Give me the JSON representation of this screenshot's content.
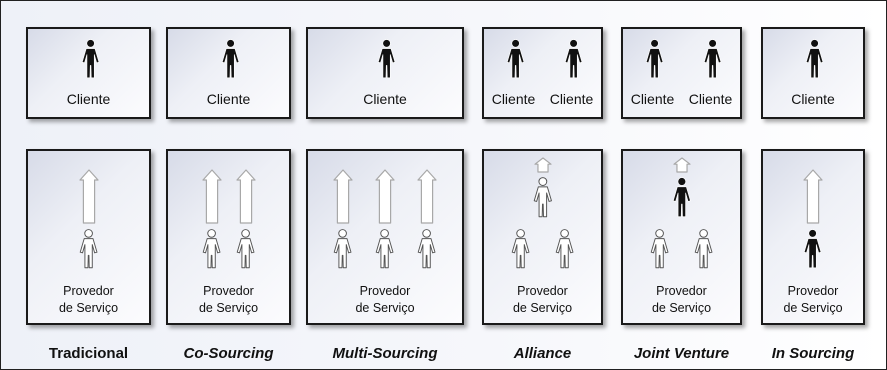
{
  "client_label": "Cliente",
  "provider_label": "Provedor de Serviço",
  "provider_label_line1": "Provedor",
  "provider_label_line2": "de Serviço",
  "models": [
    {
      "name": "Tradicional",
      "italic": false,
      "clients": 1,
      "providers": [
        "white"
      ],
      "arrows": 1
    },
    {
      "name": "Co-Sourcing",
      "italic": true,
      "clients": 1,
      "providers": [
        "white",
        "white"
      ],
      "arrows": 2
    },
    {
      "name": "Multi-Sourcing",
      "italic": true,
      "clients": 1,
      "providers": [
        "white",
        "white",
        "white"
      ],
      "arrows": 3
    },
    {
      "name": "Alliance",
      "italic": true,
      "clients": 2,
      "providers": [
        "white",
        "white",
        "white"
      ],
      "arrows": 1
    },
    {
      "name": "Joint Venture",
      "italic": true,
      "clients": 2,
      "providers": [
        "black",
        "white",
        "white"
      ],
      "arrows": 1
    },
    {
      "name": "In Sourcing",
      "italic": true,
      "clients": 1,
      "providers": [
        "black"
      ],
      "arrows": 1
    }
  ],
  "colors": {
    "person_filled": "#111111",
    "person_outline": "#ffffff",
    "box_border": "#1a1a1a"
  }
}
